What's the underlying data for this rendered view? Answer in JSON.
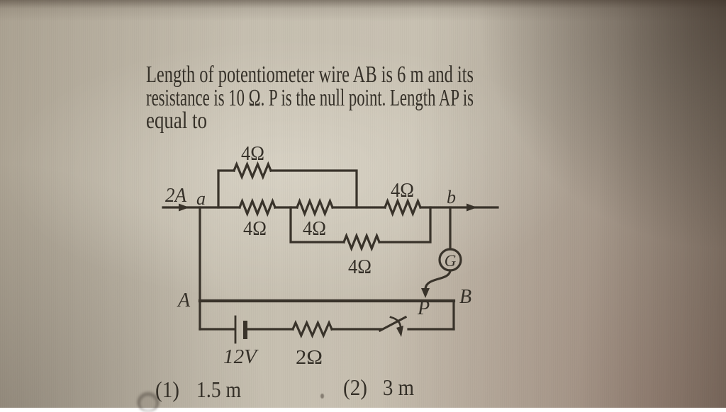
{
  "question": {
    "lines": [
      "Length of potentiometer wire AB is 6 m and its",
      "resistance is 10 Ω. P is the null point. Length AP is",
      "equal to"
    ]
  },
  "circuit": {
    "current_in_label": "2A",
    "node_a_label": "a",
    "node_b_label": "b",
    "top_branch_resistor": "4Ω",
    "main_resistor_1": "4Ω",
    "main_resistor_2": "4Ω",
    "main_resistor_3": "4Ω",
    "lower_branch_resistor": "4Ω",
    "galvanometer_label": "G",
    "terminal_A_label": "A",
    "terminal_B_label": "B",
    "null_point_label": "P",
    "battery_label": "12V",
    "series_resistor_label": "2Ω"
  },
  "options": [
    {
      "number": "(1)",
      "value": "1.5 m"
    },
    {
      "number": "(2)",
      "value": "3 m"
    }
  ],
  "colors": {
    "ink": "#39332a",
    "paper": "#c6bfb0"
  }
}
